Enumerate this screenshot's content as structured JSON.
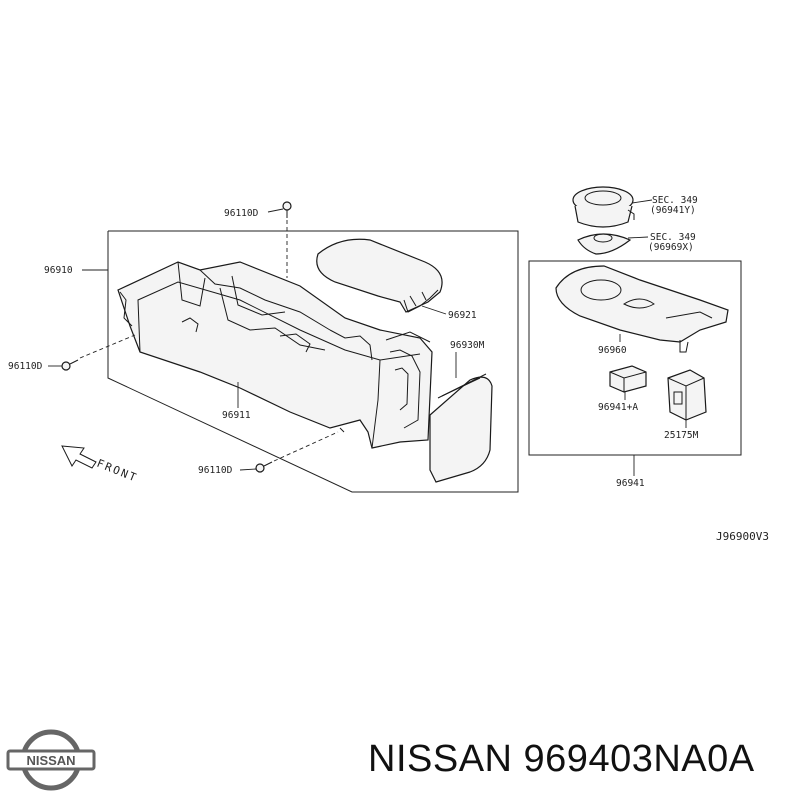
{
  "labels": {
    "l96110d_top": "96110D",
    "l96910": "96910",
    "l96110d_left": "96110D",
    "l96911": "96911",
    "l96110d_bottom": "96110D",
    "l96921": "96921",
    "l96930m": "96930M",
    "front": "FRONT",
    "sec1_a": "SEC. 349",
    "sec1_b": "(96941Y)",
    "sec2_a": "SEC. 349",
    "sec2_b": "(96969X)",
    "l96960": "96960",
    "l96941a": "96941+A",
    "l25175m": "25175M",
    "l96941": "96941",
    "diagram_code": "J96900V3"
  },
  "footer": {
    "brand": "NISSAN",
    "part_number_text": "NISSAN 969403NA0A"
  }
}
